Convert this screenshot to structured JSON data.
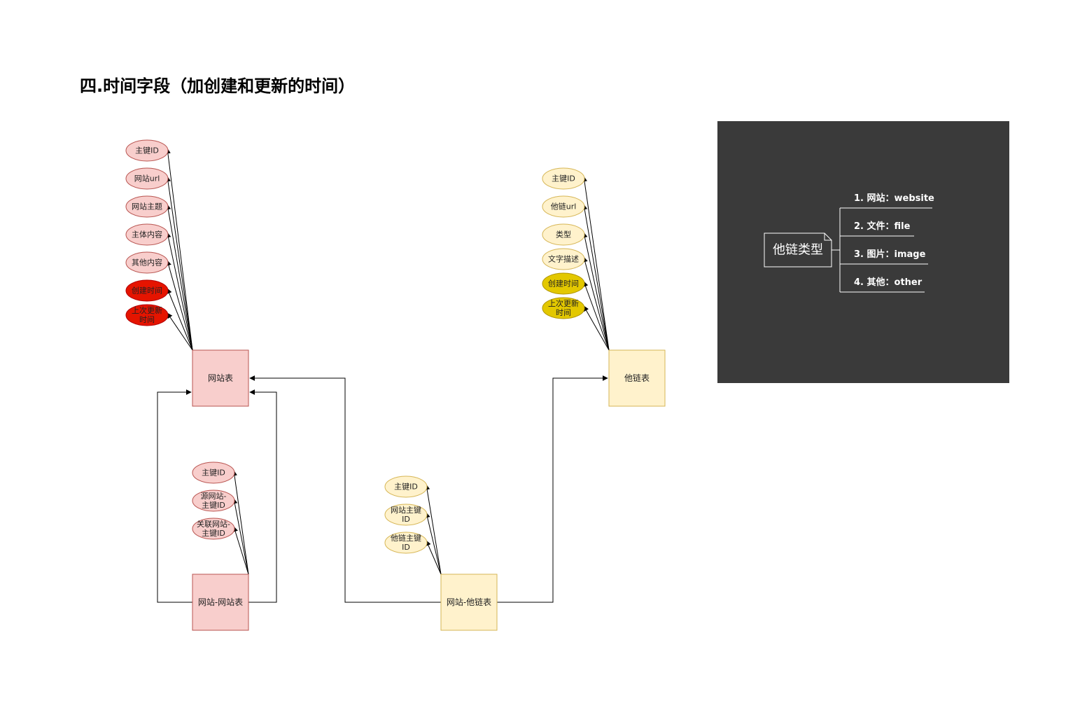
{
  "title": "四.时间字段（加创建和更新的时间）",
  "colors": {
    "pink_fill": "#f8cecc",
    "pink_stroke": "#b85450",
    "red_fill": "#e51400",
    "red_stroke": "#b20000",
    "yellow_fill": "#fff2cc",
    "yellow_stroke": "#d6b656",
    "gold_fill": "#e3c800",
    "gold_stroke": "#b09500",
    "panel_bg": "#3a3a3a"
  },
  "website_table": {
    "label": "网站表",
    "fields": [
      {
        "lines": [
          "主键ID"
        ],
        "style": "pink"
      },
      {
        "lines": [
          "网站url"
        ],
        "style": "pink"
      },
      {
        "lines": [
          "网站主题"
        ],
        "style": "pink"
      },
      {
        "lines": [
          "主体内容"
        ],
        "style": "pink"
      },
      {
        "lines": [
          "其他内容"
        ],
        "style": "pink"
      },
      {
        "lines": [
          "创建时间"
        ],
        "style": "red"
      },
      {
        "lines": [
          "上次更新",
          "时间"
        ],
        "style": "red"
      }
    ]
  },
  "otherlink_table": {
    "label": "他链表",
    "fields": [
      {
        "lines": [
          "主键ID"
        ],
        "style": "yellow"
      },
      {
        "lines": [
          "他链url"
        ],
        "style": "yellow"
      },
      {
        "lines": [
          "类型"
        ],
        "style": "yellow"
      },
      {
        "lines": [
          "文字描述"
        ],
        "style": "yellow"
      },
      {
        "lines": [
          "创建时间"
        ],
        "style": "gold"
      },
      {
        "lines": [
          "上次更新",
          "时间"
        ],
        "style": "gold"
      }
    ]
  },
  "site_site_table": {
    "label": "网站-网站表",
    "fields": [
      {
        "lines": [
          "主键ID"
        ],
        "style": "pink"
      },
      {
        "lines": [
          "源网站-",
          "主键ID"
        ],
        "style": "pink"
      },
      {
        "lines": [
          "关联网站-",
          "主键ID"
        ],
        "style": "pink"
      }
    ]
  },
  "site_otherlink_table": {
    "label": "网站-他链表",
    "fields": [
      {
        "lines": [
          "主键ID"
        ],
        "style": "yellow"
      },
      {
        "lines": [
          "网站主键",
          "ID"
        ],
        "style": "yellow"
      },
      {
        "lines": [
          "他链主键",
          "ID"
        ],
        "style": "yellow"
      }
    ]
  },
  "type_panel": {
    "root": "他链类型",
    "items": [
      "1. 网站：website",
      "2. 文件：file",
      "3. 图片：image",
      "4. 其他：other"
    ]
  }
}
